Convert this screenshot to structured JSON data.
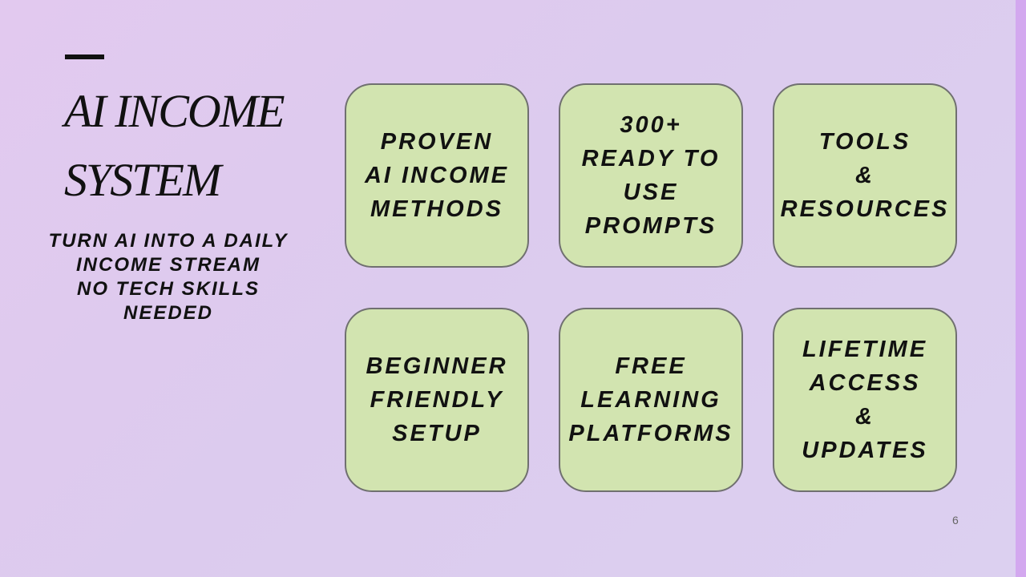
{
  "title": "AI INCOME\nSYSTEM",
  "subtitle": "TURN AI INTO A DAILY\nINCOME STREAM\nNO TECH SKILLS\nNEEDED",
  "cards": [
    "PROVEN\nAI INCOME\nMETHODS",
    "300+\nREADY TO\nUSE\nPROMPTS",
    "TOOLS\n&\nRESOURCES",
    "BEGINNER\nFRIENDLY\nSETUP",
    "FREE\nLEARNING\nPLATFORMS",
    "LIFETIME\nACCESS\n&\nUPDATES"
  ],
  "page_number": "6"
}
